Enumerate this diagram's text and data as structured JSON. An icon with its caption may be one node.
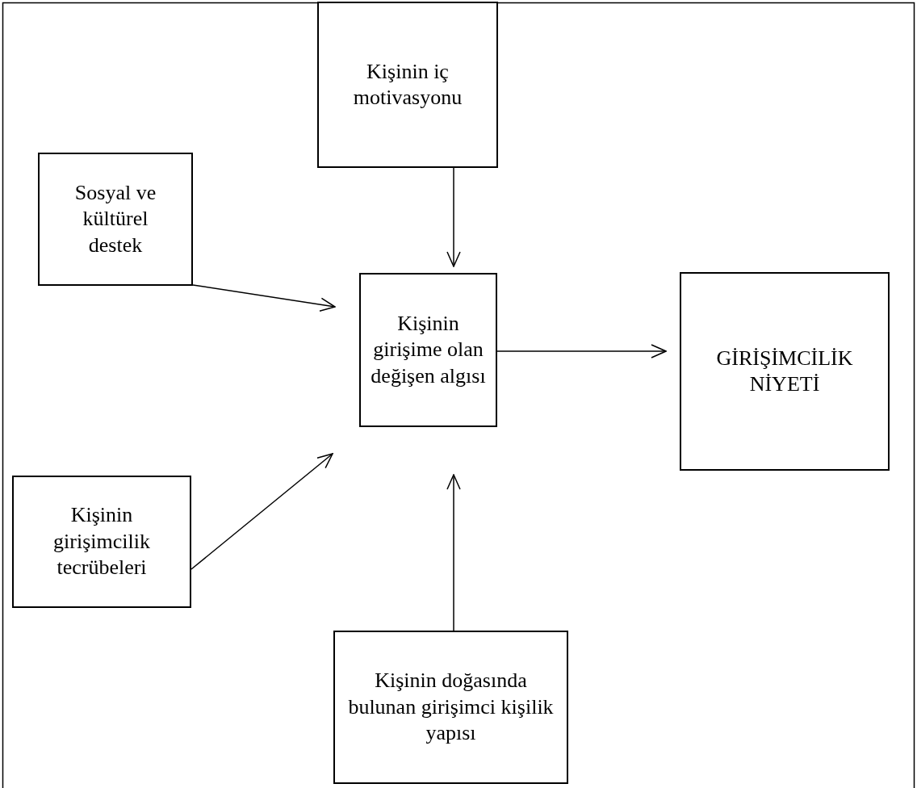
{
  "diagram": {
    "nodes": [
      {
        "text": [
          "Kişinin iç motivasyonu"
        ]
      },
      {
        "text": [
          "Sosyal ve kültürel destek"
        ]
      },
      {
        "text": [
          "Kişinin girişime olan değişen algısı"
        ]
      },
      {
        "text": [
          "GİRİŞİMCİLİK NİYETİ"
        ]
      },
      {
        "text": [
          "Kişinin girişimcilik tecrübeleri"
        ]
      },
      {
        "text": [
          "Kişinin doğasında bulunan girişimci kişilik yapısı"
        ]
      }
    ],
    "edges": [
      {
        "from": 0,
        "to": 2,
        "arrow": "to"
      },
      {
        "from": 1,
        "to": 2,
        "arrow": "to"
      },
      {
        "from": 4,
        "to": 2,
        "arrow": "to"
      },
      {
        "from": 5,
        "to": 2,
        "arrow": "to"
      },
      {
        "from": 2,
        "to": 3,
        "arrow": "to"
      }
    ]
  }
}
